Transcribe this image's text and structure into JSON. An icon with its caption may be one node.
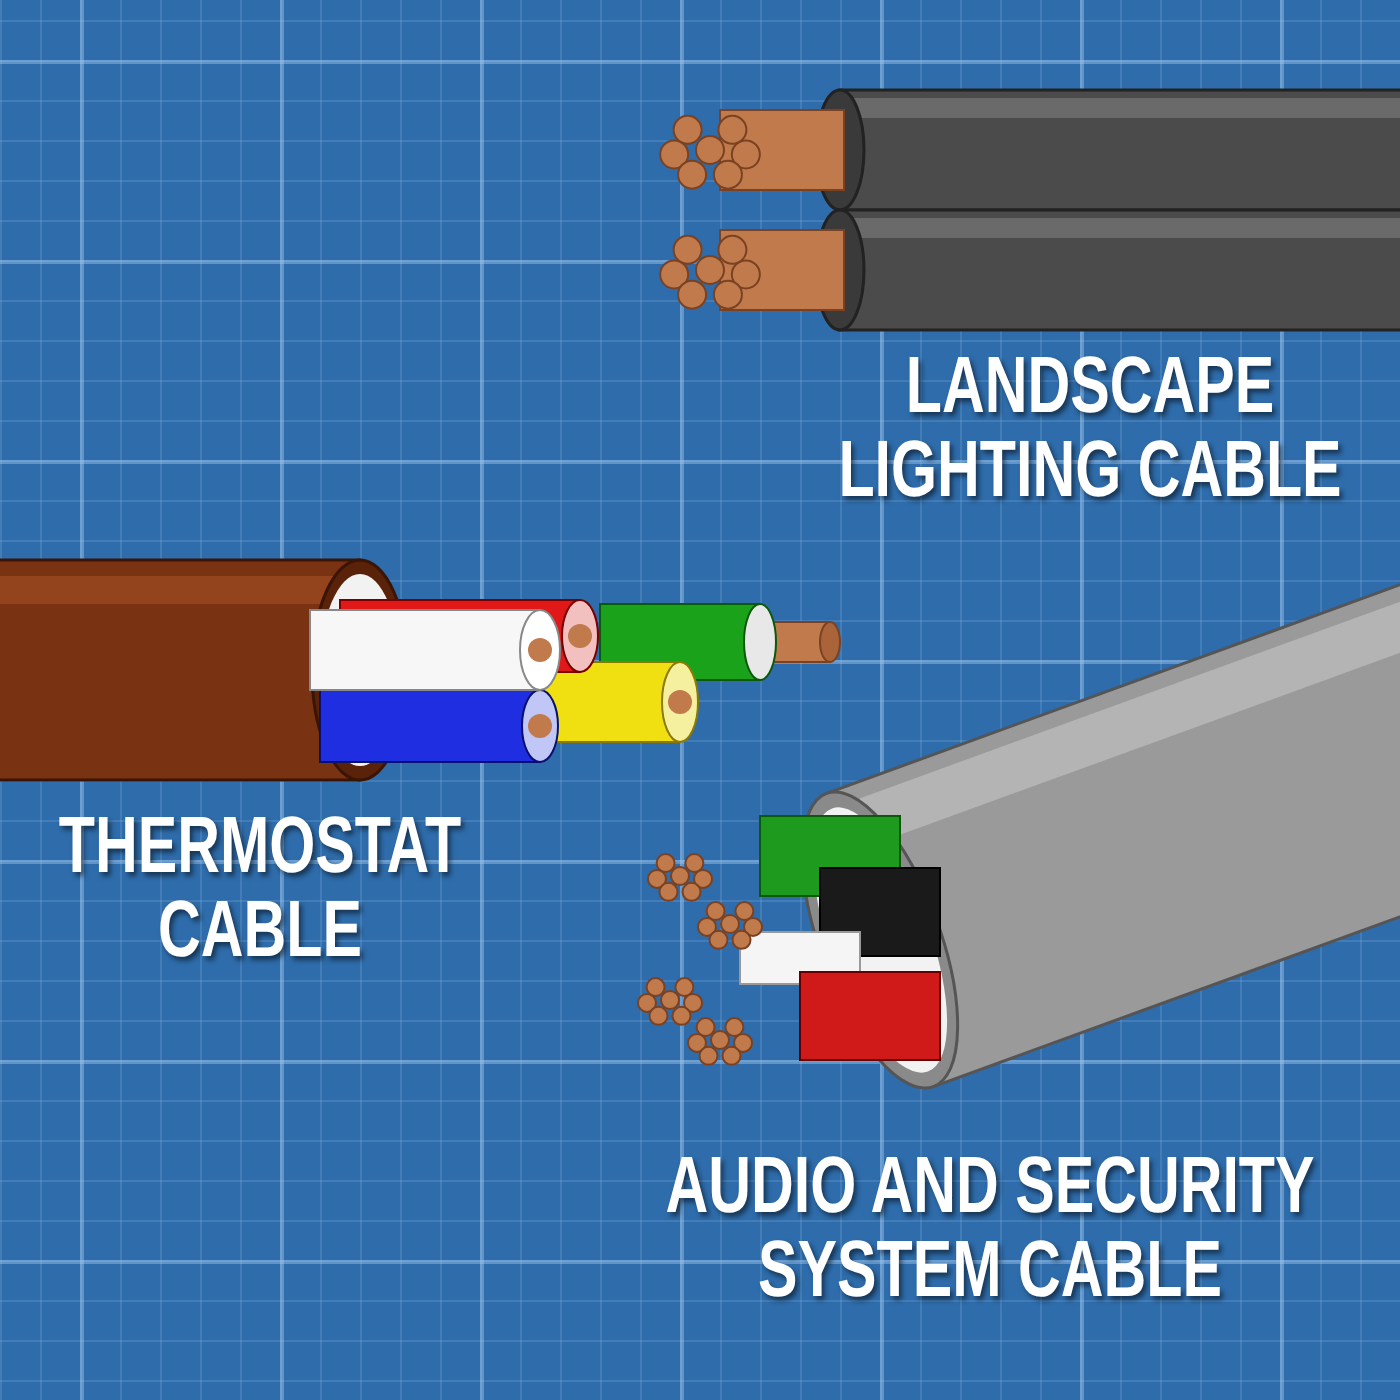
{
  "diagram": {
    "labels": [
      "LANDSCAPE LIGHTING CABLE",
      "THERMOSTAT CABLE",
      "AUDIO AND SECURITY SYSTEM CABLE"
    ]
  }
}
